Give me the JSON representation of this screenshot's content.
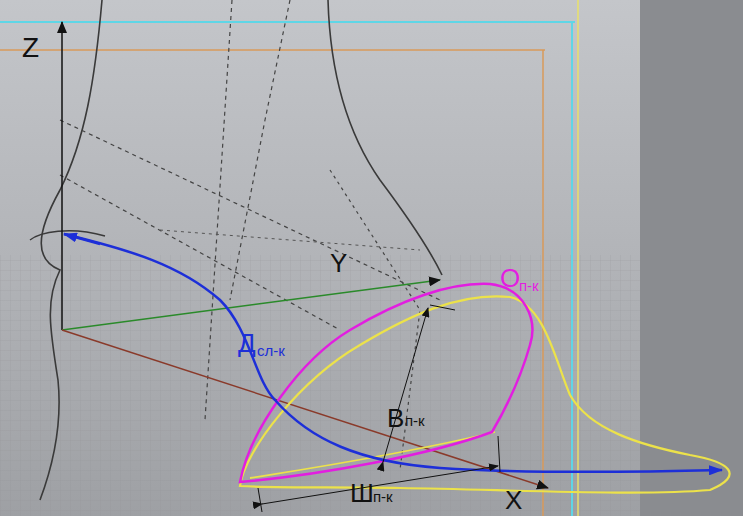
{
  "diagram": {
    "labels": [
      "Z",
      "Y",
      "X",
      "Д",
      "сл-к",
      "О",
      "п-к",
      "В",
      "п-к",
      "Ш",
      "п-к"
    ]
  }
}
